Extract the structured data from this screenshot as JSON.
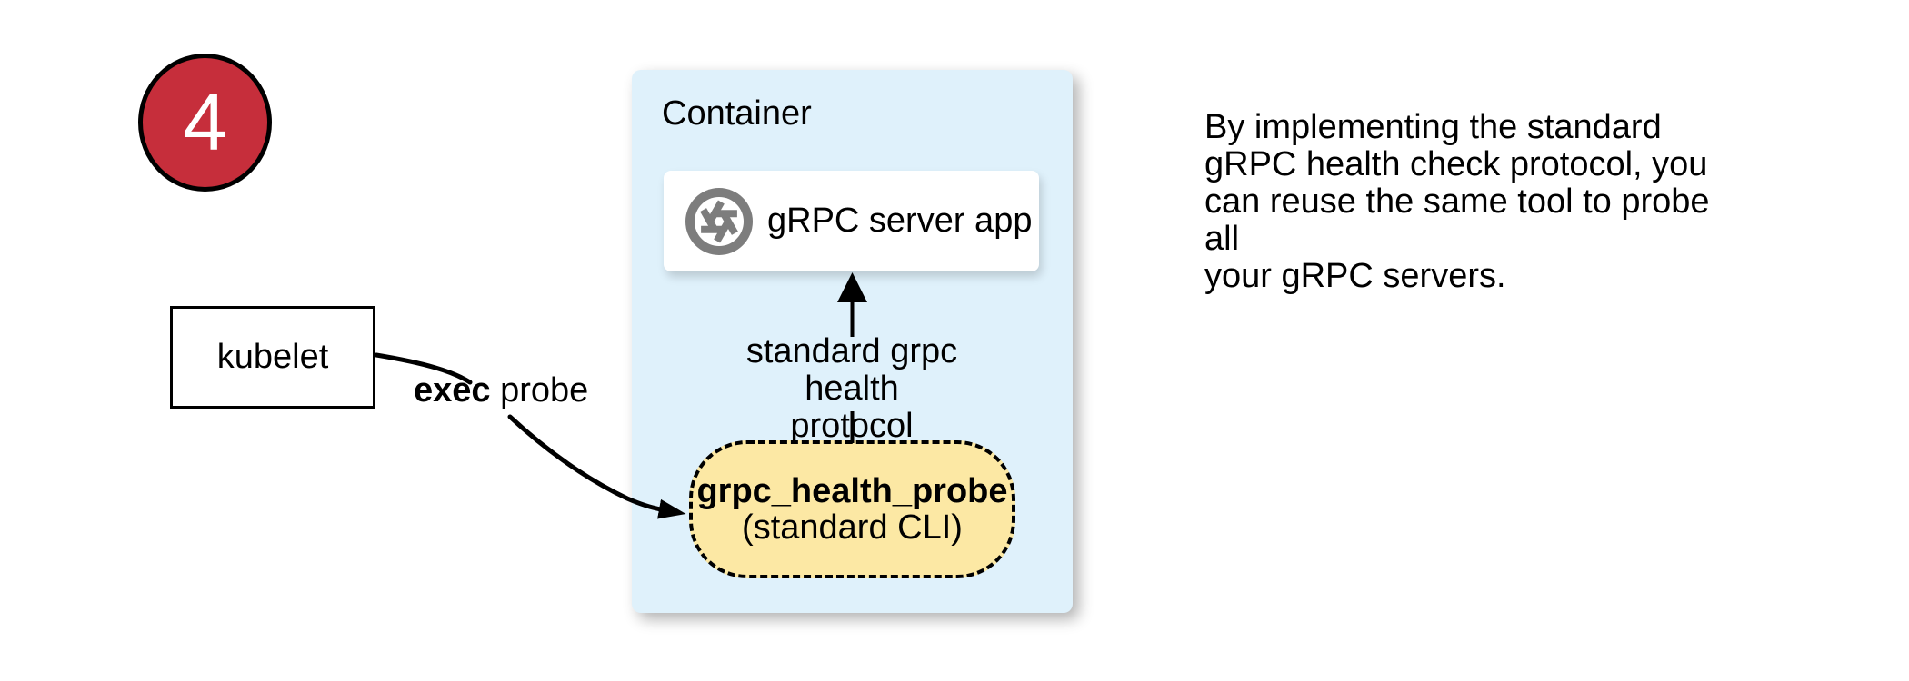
{
  "badge": {
    "number": "4",
    "fill": "#C62E3B"
  },
  "kubelet": {
    "label": "kubelet"
  },
  "exec_probe": {
    "bold": "exec",
    "rest": " probe"
  },
  "container": {
    "label": "Container",
    "fill": "#DFF1FB",
    "server": {
      "label": "gRPC server app",
      "icon": "aperture-icon",
      "icon_color": "#7D7D7D"
    },
    "protocol_arrow_label": "standard grpc\nhealth protocol",
    "probe": {
      "title": "grpc_health_probe",
      "subtitle": "(standard CLI)",
      "fill": "#FCE8A4"
    }
  },
  "note": {
    "text": "By implementing the standard\ngRPC health check protocol, you\ncan reuse the same tool to probe all\nyour gRPC servers."
  }
}
